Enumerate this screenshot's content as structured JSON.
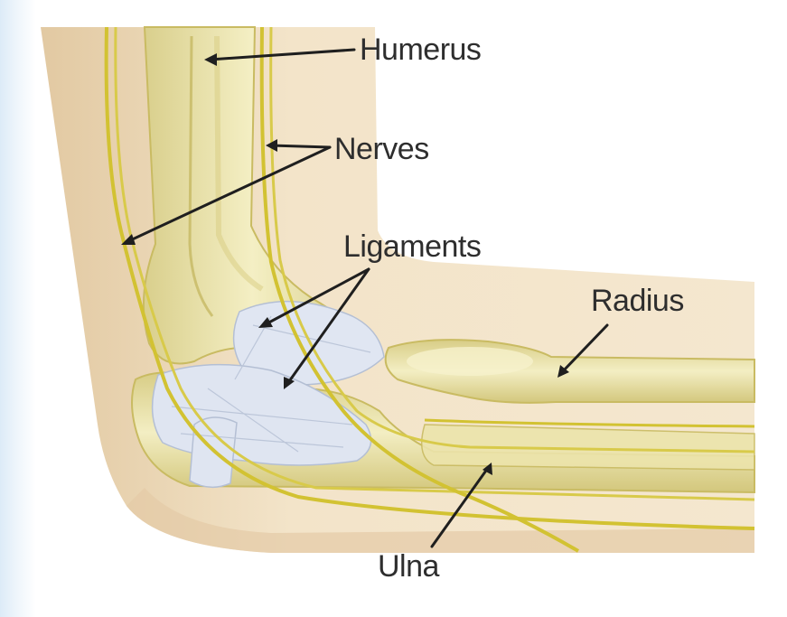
{
  "labels": {
    "humerus": "Humerus",
    "nerves": "Nerves",
    "ligaments": "Ligaments",
    "radius": "Radius",
    "ulna": "Ulna"
  },
  "colors": {
    "skin": "#f0dfc2",
    "bone": "#ede6b0",
    "bone_outline": "#c9bb62",
    "nerve": "#d2c232",
    "ligament": "#dfe5f1",
    "leader_line": "#1f1f1f",
    "label_text": "#2e2e2e"
  }
}
